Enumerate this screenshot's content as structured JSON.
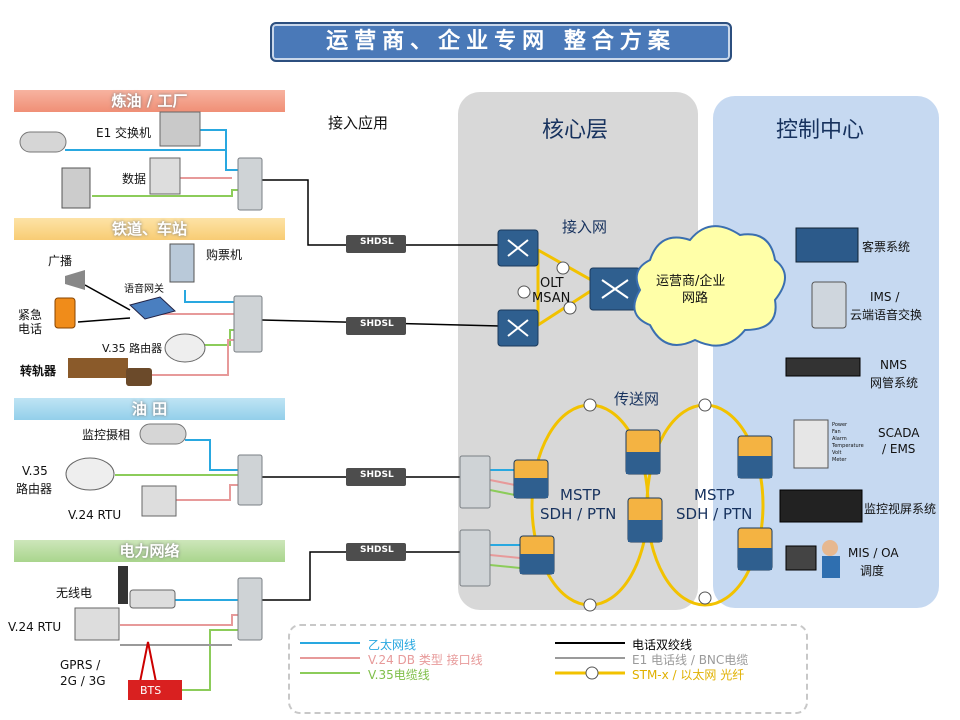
{
  "title": "运营商、企业专网  整合方案",
  "sections": {
    "refinery": "炼油 / 工厂",
    "railway": "铁道、车站",
    "oilfield": "油   田",
    "power": "电力网络"
  },
  "section_colors": {
    "refinery": "#f4a08a",
    "railway": "#fbd98f",
    "oilfield": "#a6d8ee",
    "power": "#b8dca0"
  },
  "labels": {
    "access_app": "接入应用",
    "core_layer": "核心层",
    "control_center": "控制中心",
    "access_net": "接入网",
    "transport_net": "传送网",
    "olt": "OLT",
    "msan": "MSAN",
    "cloud": "运营商/企业",
    "cloud2": "网路",
    "mstp1": "MSTP",
    "sdh1": "SDH / PTN",
    "mstp2": "MSTP",
    "sdh2": "SDH / PTN",
    "shdsl": "SHDSL"
  },
  "devices": {
    "e1": "E1 交换机",
    "data": "数据",
    "ticket": "购票机",
    "broadcast": "广播",
    "gateway": "语音网关",
    "emergency1": "紧急",
    "emergency2": "电话",
    "v35router_rail": "V.35 路由器",
    "switch_rail": "转轨器",
    "camera": "监控摄相",
    "v35_1": "V.35",
    "v35_2": "路由器",
    "v24rtu_oil": "V.24  RTU",
    "wireless": "无线电",
    "v24rtu_power": "V.24  RTU",
    "gprs1": "GPRS /",
    "gprs2": "2G / 3G",
    "bts": "BTS"
  },
  "control": {
    "billing": "客票系统",
    "ims1": "IMS /",
    "ims2": "云端语音交换",
    "nms1": "NMS",
    "nms2": "网管系统",
    "scada1": "SCADA",
    "scada2": "/ EMS",
    "video": "监控视屏系统",
    "mis1": "MIS / OA",
    "mis2": "调度"
  },
  "rack_labels": [
    "Power",
    "Fan",
    "Alarm",
    "Temperature",
    "Volt",
    "Meter"
  ],
  "legend": {
    "ethernet": "乙太网线",
    "v24": "V.24  DB 类型  接口线",
    "v35": "V.35电缆线",
    "phone": "电话双绞线",
    "e1": "E1  电话线 /  BNC电缆",
    "stm": "STM-x / 以太网    光纤"
  },
  "line_colors": {
    "ethernet": "#29a8e0",
    "v24": "#e79a9a",
    "v35": "#8ccc5a",
    "phone": "#000000",
    "e1": "#9a9a9a",
    "fiber": "#f2c200"
  }
}
